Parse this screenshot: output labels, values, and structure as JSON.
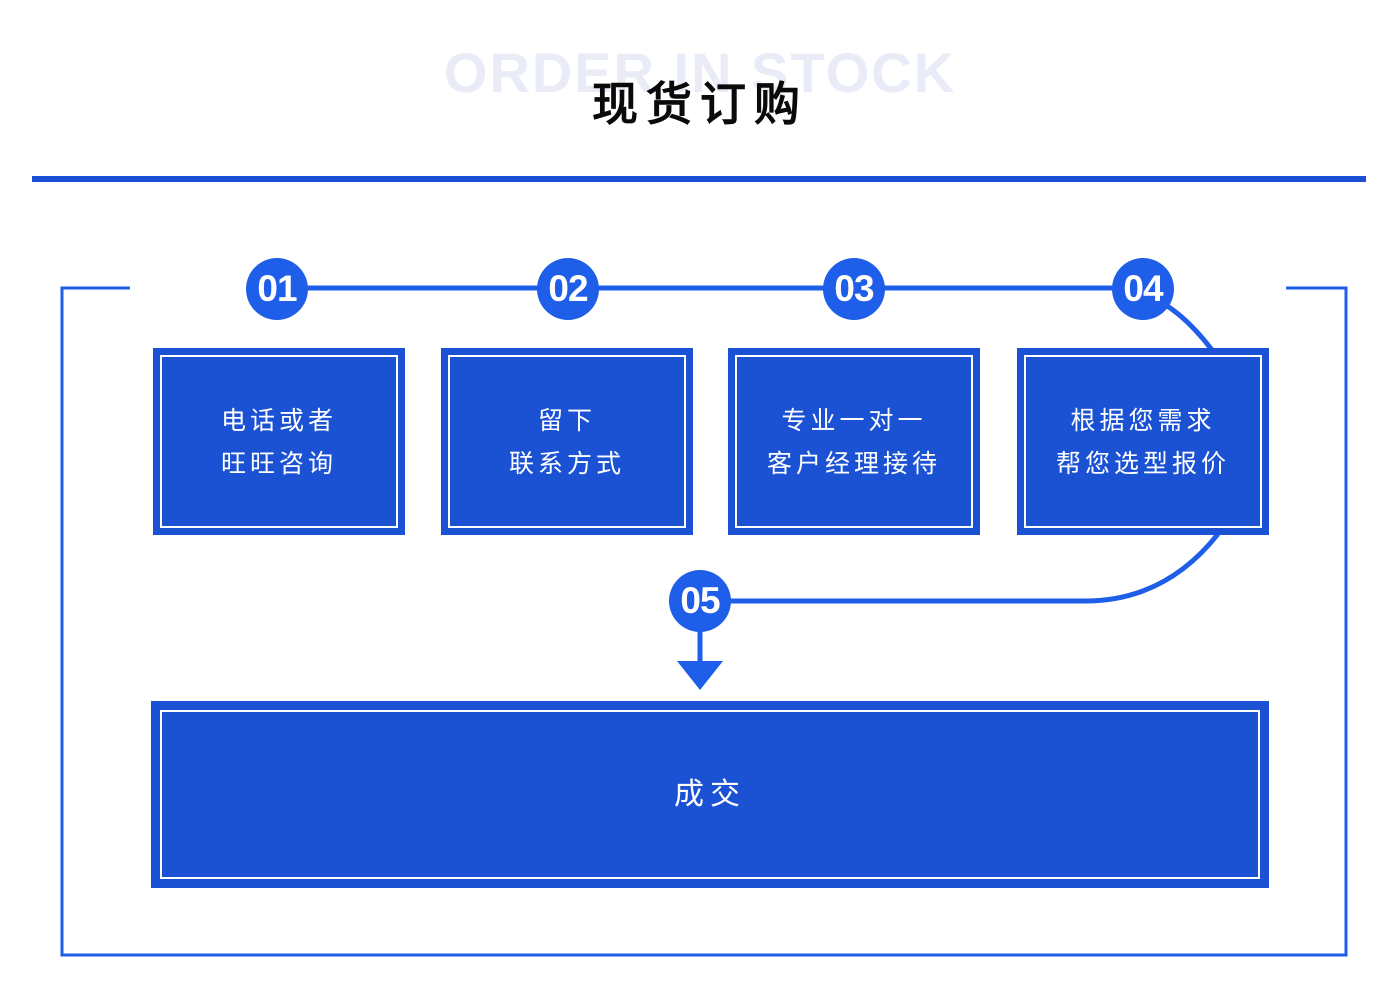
{
  "header": {
    "background_text": "ORDER IN STOCK",
    "title": "现货订购"
  },
  "colors": {
    "accent": "#1e5ee9",
    "box_fill": "#1b52d4",
    "rule": "#1b50d6"
  },
  "steps": [
    {
      "number": "01",
      "lines": [
        "电话或者",
        "旺旺咨询"
      ]
    },
    {
      "number": "02",
      "lines": [
        "留下",
        "联系方式"
      ]
    },
    {
      "number": "03",
      "lines": [
        "专业一对一",
        "客户经理接待"
      ]
    },
    {
      "number": "04",
      "lines": [
        "根据您需求",
        "帮您选型报价"
      ]
    },
    {
      "number": "05",
      "lines": [
        "成交"
      ]
    }
  ]
}
